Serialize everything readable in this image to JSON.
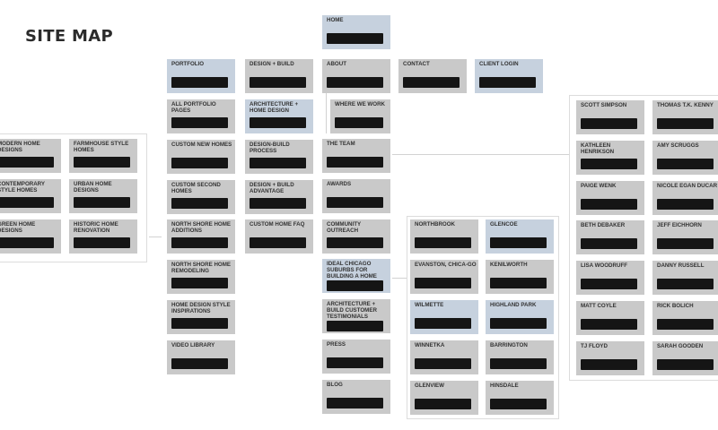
{
  "title": "SITE MAP",
  "colors": {
    "tile": "#c9c9c9",
    "highlight_tile": "#c6d1de",
    "redaction": "#151515"
  },
  "home": [
    {
      "label": "HOME",
      "highlighted": true
    }
  ],
  "nav": [
    {
      "label": "PORTFOLIO",
      "highlighted": true
    },
    {
      "label": "DESIGN + BUILD",
      "highlighted": false
    },
    {
      "label": "ABOUT",
      "highlighted": false
    },
    {
      "label": "CONTACT",
      "highlighted": false
    },
    {
      "label": "CLIENT LOGIN",
      "highlighted": true
    }
  ],
  "portfolio_children": [
    {
      "label": "ALL PORTFOLIO PAGES",
      "highlighted": false
    },
    {
      "label": "CUSTOM NEW HOMES",
      "highlighted": false
    },
    {
      "label": "CUSTOM SECOND HOMES",
      "highlighted": false
    },
    {
      "label": "NORTH SHORE HOME ADDITIONS",
      "highlighted": false
    },
    {
      "label": "NORTH SHORE HOME REMODELING",
      "highlighted": false
    },
    {
      "label": "HOME DESIGN STYLE INSPIRATIONS",
      "highlighted": false
    },
    {
      "label": "VIDEO LIBRARY",
      "highlighted": false
    }
  ],
  "design_children": [
    {
      "label": "ARCHITECTURE + HOME DESIGN",
      "highlighted": true
    },
    {
      "label": "DESIGN-BUILD PROCESS",
      "highlighted": false
    },
    {
      "label": "DESIGN + BUILD ADVANTAGE",
      "highlighted": false
    },
    {
      "label": "CUSTOM HOME FAQ",
      "highlighted": false
    }
  ],
  "about_children": [
    {
      "label": "WHERE WE WORK",
      "highlighted": false
    },
    {
      "label": "THE TEAM",
      "highlighted": false
    },
    {
      "label": "AWARDS",
      "highlighted": false
    },
    {
      "label": "COMMUNITY OUTREACH",
      "highlighted": false
    },
    {
      "label": "IDEAL CHICAGO SUBURBS FOR BUILDING A HOME",
      "highlighted": true
    },
    {
      "label": "ARCHITECTURE + BUILD CUSTOMER TESTIMONIALS",
      "highlighted": false
    },
    {
      "label": "PRESS",
      "highlighted": false
    },
    {
      "label": "BLOG",
      "highlighted": false
    }
  ],
  "styles": [
    {
      "label": "MODERN HOME DESIGNS",
      "highlighted": false
    },
    {
      "label": "FARMHOUSE STYLE HOMES",
      "highlighted": false
    },
    {
      "label": "CONTEMPORARY STYLE HOMES",
      "highlighted": false
    },
    {
      "label": "URBAN HOME DESIGNS",
      "highlighted": false
    },
    {
      "label": "GREEN HOME DESIGNS",
      "highlighted": false
    },
    {
      "label": "HISTORIC HOME RENOVATION",
      "highlighted": false
    }
  ],
  "suburbs": [
    {
      "label": "NORTHBROOK",
      "highlighted": false
    },
    {
      "label": "GLENCOE",
      "highlighted": true
    },
    {
      "label": "EVANSTON, CHICA-GO",
      "highlighted": false
    },
    {
      "label": "KENILWORTH",
      "highlighted": false
    },
    {
      "label": "WILMETTE",
      "highlighted": true
    },
    {
      "label": "HIGHLAND PARK",
      "highlighted": true
    },
    {
      "label": "WINNETKA",
      "highlighted": false
    },
    {
      "label": "BARRINGTON",
      "highlighted": false
    },
    {
      "label": "GLENVIEW",
      "highlighted": false
    },
    {
      "label": "HINSDALE",
      "highlighted": false
    }
  ],
  "team": [
    {
      "label": "SCOTT SIMPSON",
      "highlighted": false
    },
    {
      "label": "THOMAS T.K. KENNY",
      "highlighted": false
    },
    {
      "label": "KATHLEEN HENRIKSON",
      "highlighted": false
    },
    {
      "label": "AMY SCRUGGS",
      "highlighted": false
    },
    {
      "label": "PAIGE WENK",
      "highlighted": false
    },
    {
      "label": "NICOLE EGAN DUCAR",
      "highlighted": false
    },
    {
      "label": "BETH DEBAKER",
      "highlighted": false
    },
    {
      "label": "JEFF EICHHORN",
      "highlighted": false
    },
    {
      "label": "LISA WOODRUFF",
      "highlighted": false
    },
    {
      "label": "DANNY RUSSELL",
      "highlighted": false
    },
    {
      "label": "MATT COYLE",
      "highlighted": false
    },
    {
      "label": "RICK BOLICH",
      "highlighted": false
    },
    {
      "label": "TJ FLOYD",
      "highlighted": false
    },
    {
      "label": "SARAH GOODEN",
      "highlighted": false
    }
  ]
}
